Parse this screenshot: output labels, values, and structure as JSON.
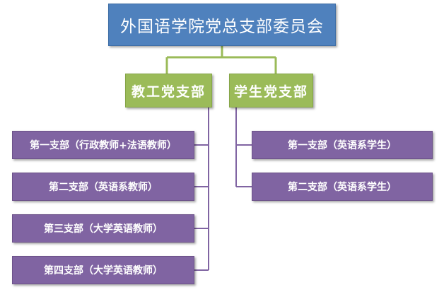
{
  "colors": {
    "root": "#4f81bd",
    "branch": "#9bbb59",
    "leaf": "#8064a2",
    "root_connector": "#9bbb59",
    "leaf_connector": "#8064a2"
  },
  "org": {
    "root": "外国语学院党总支部委员会",
    "branches": [
      {
        "label": "教工党支部",
        "children": [
          "第一支部（行政教师+法语教师）",
          "第二支部（英语系教师）",
          "第三支部（大学英语教师）",
          "第四支部（大学英语教师）"
        ]
      },
      {
        "label": "学生党支部",
        "children": [
          "第一支部（英语系学生）",
          "第二支部（英语系学生）"
        ]
      }
    ]
  }
}
